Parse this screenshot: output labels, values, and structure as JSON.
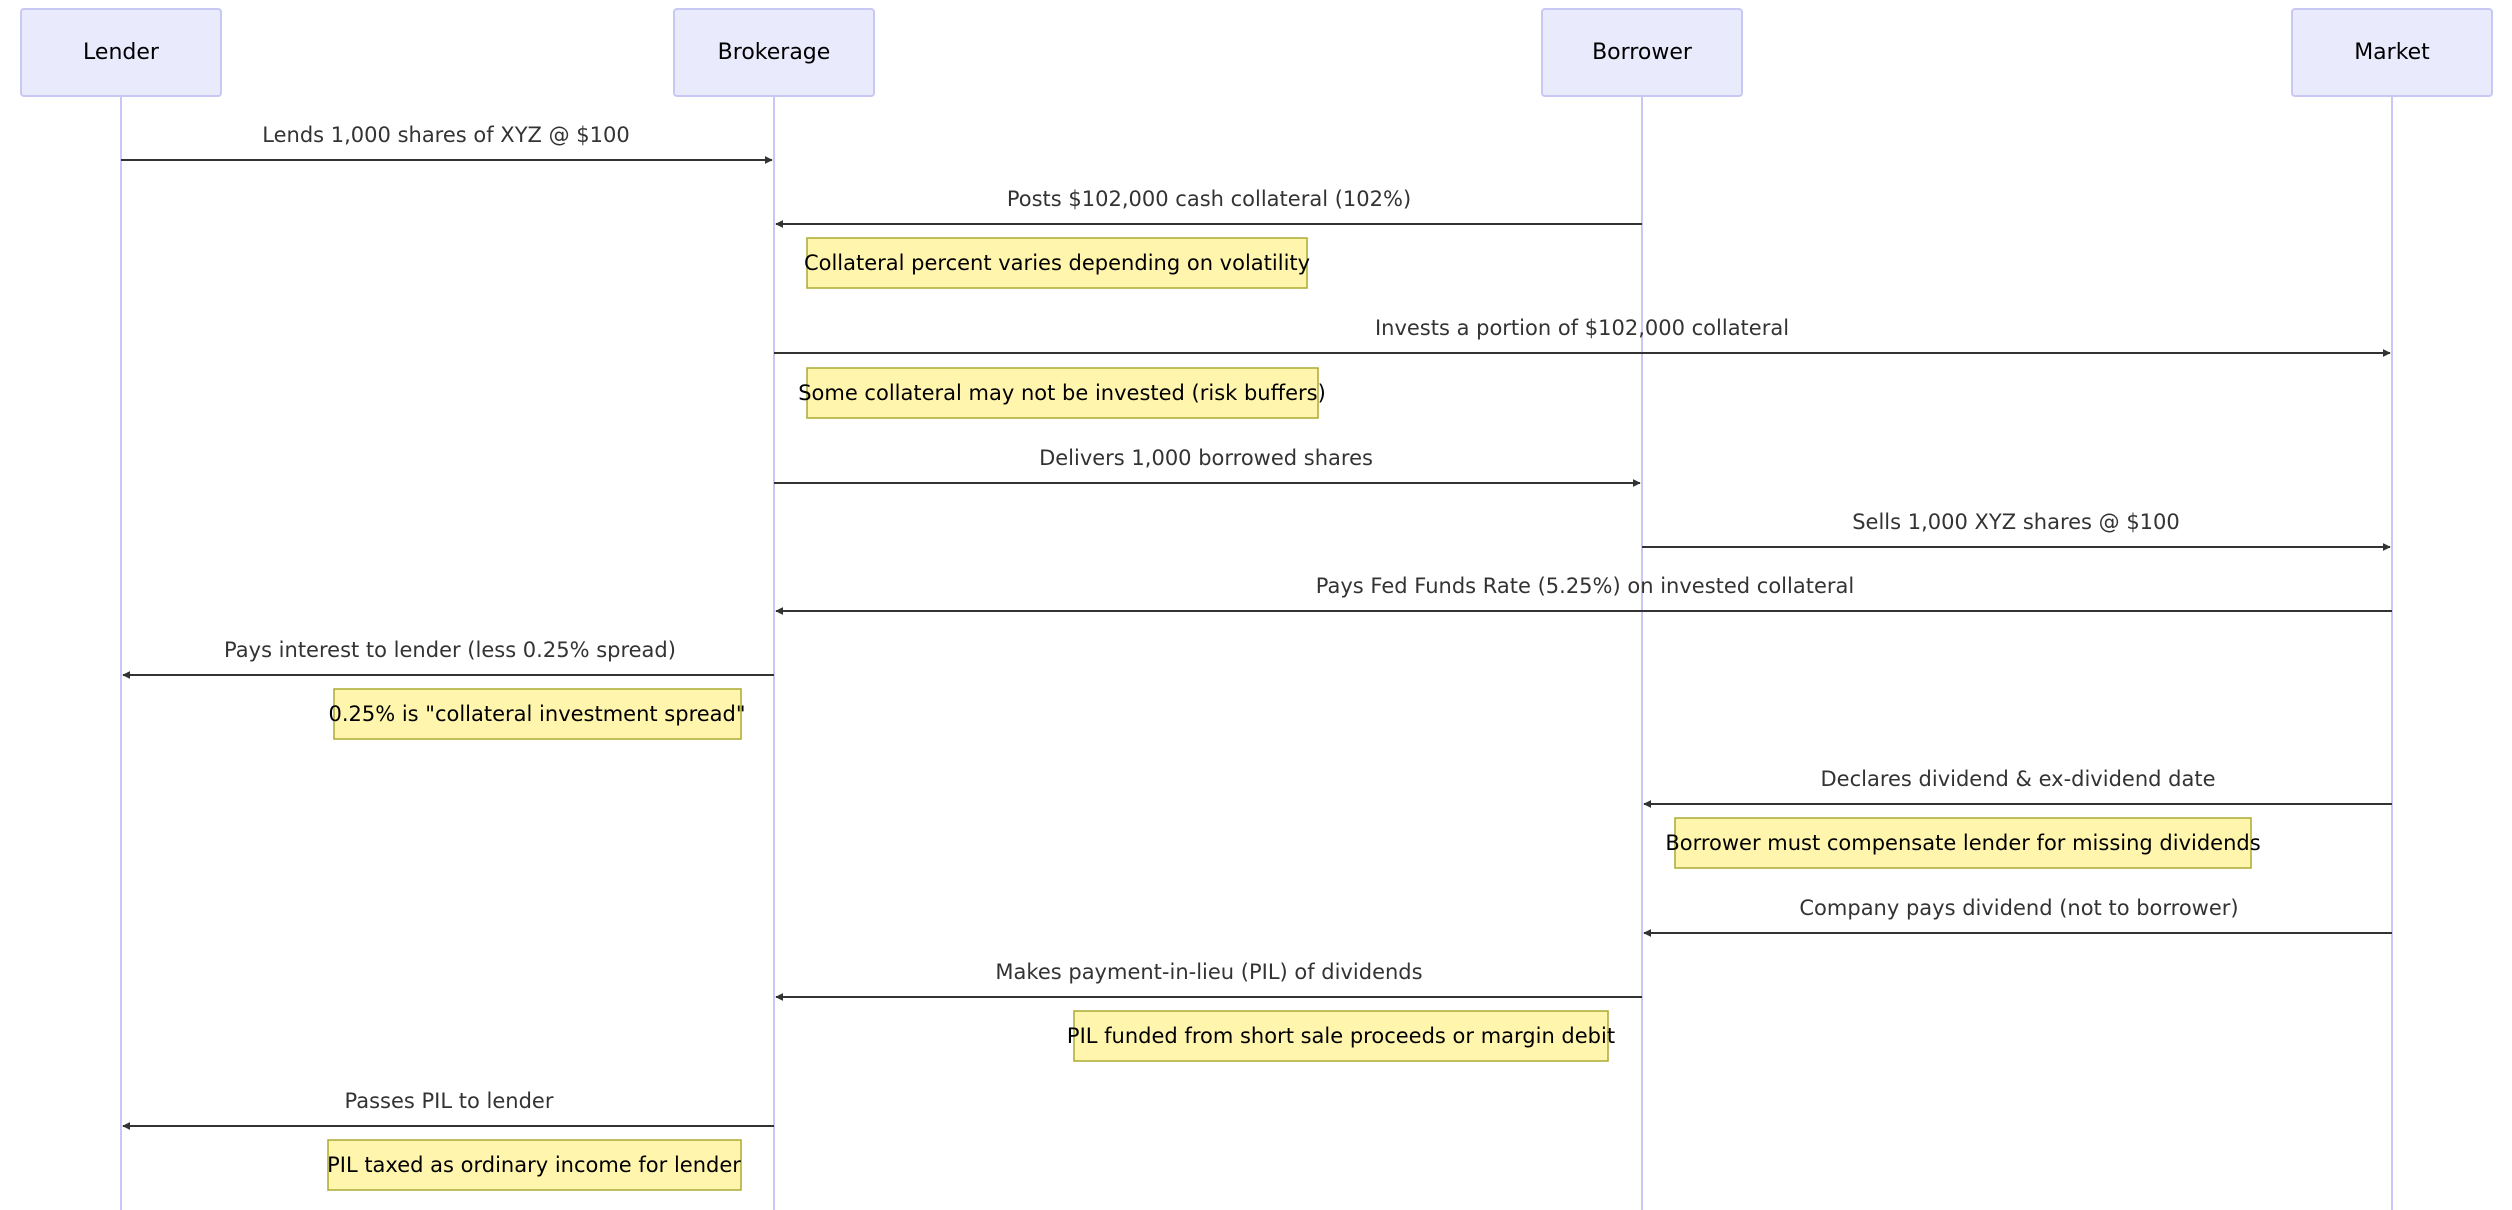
{
  "actors": [
    {
      "id": "lender",
      "label": "Lender"
    },
    {
      "id": "brokerage",
      "label": "Brokerage"
    },
    {
      "id": "borrower",
      "label": "Borrower"
    },
    {
      "id": "market",
      "label": "Market"
    }
  ],
  "messages": [
    {
      "from": "lender",
      "to": "brokerage",
      "text": "Lends 1,000 shares of XYZ @ $100"
    },
    {
      "from": "borrower",
      "to": "brokerage",
      "text": "Posts $102,000 cash collateral (102%)"
    },
    {
      "from": "brokerage",
      "to": "market",
      "text": "Invests a portion of $102,000 collateral"
    },
    {
      "from": "brokerage",
      "to": "borrower",
      "text": "Delivers 1,000 borrowed shares"
    },
    {
      "from": "borrower",
      "to": "market",
      "text": "Sells 1,000 XYZ shares @ $100"
    },
    {
      "from": "market",
      "to": "brokerage",
      "text": "Pays Fed Funds Rate (5.25%) on invested collateral"
    },
    {
      "from": "brokerage",
      "to": "lender",
      "text": "Pays interest to lender (less 0.25% spread)"
    },
    {
      "from": "market",
      "to": "borrower",
      "text": "Declares dividend & ex-dividend date"
    },
    {
      "from": "market",
      "to": "borrower",
      "text": "Company pays dividend (not to borrower)"
    },
    {
      "from": "borrower",
      "to": "brokerage",
      "text": "Makes payment-in-lieu (PIL) of dividends"
    },
    {
      "from": "brokerage",
      "to": "lender",
      "text": "Passes PIL to lender"
    }
  ],
  "notes": [
    {
      "text": "Collateral percent varies depending on volatility"
    },
    {
      "text": "Some collateral may not be invested (risk buffers)"
    },
    {
      "text": "0.25% is \"collateral investment spread\""
    },
    {
      "text": "Borrower must compensate lender for missing dividends"
    },
    {
      "text": "PIL funded from short sale proceeds or margin debit"
    },
    {
      "text": "PIL taxed as ordinary income for lender"
    }
  ],
  "colors": {
    "actor_fill": "#eaeafd",
    "actor_stroke": "#c8c8f4",
    "note_fill": "#fff5ad",
    "note_stroke": "#aaaa33",
    "message_line": "#333333"
  }
}
